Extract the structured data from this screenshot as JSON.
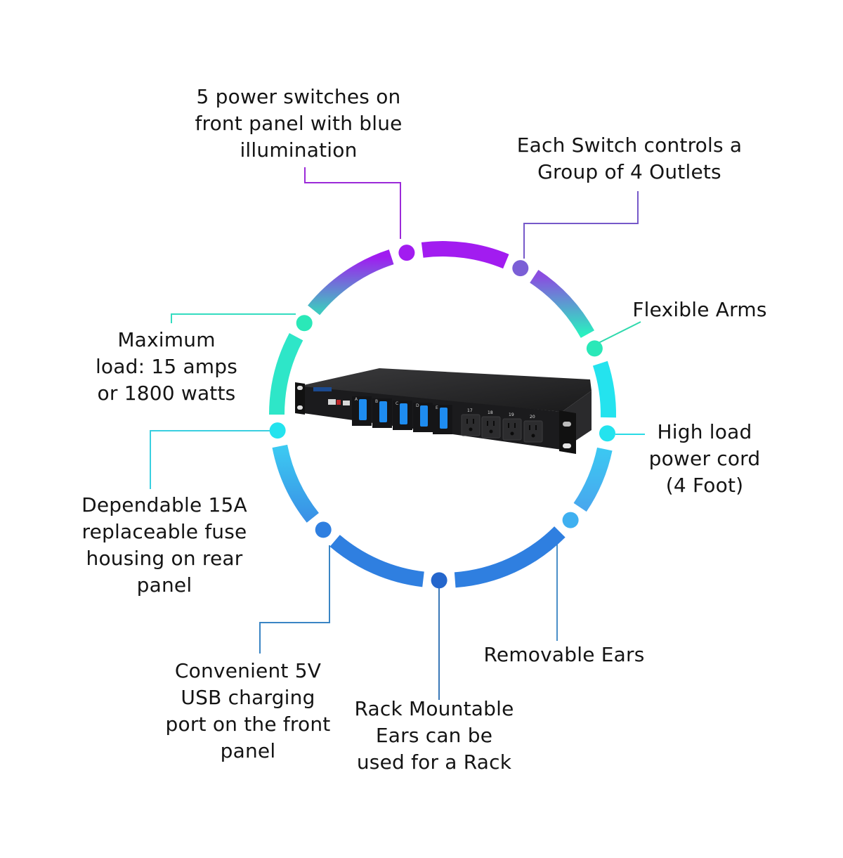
{
  "ring_colors": {
    "purple": "#a21cf0",
    "violet": "#7b5fd6",
    "teal": "#2ae8b8",
    "cyan": "#24e3ee",
    "light_blue": "#3fb0f0",
    "blue": "#2f7fe0",
    "dark_blue": "#2466cc"
  },
  "callouts": [
    {
      "id": "power-switches",
      "lines": [
        "5 power switches on",
        "front panel with blue",
        "illumination"
      ],
      "color": "#9b2ad8"
    },
    {
      "id": "switch-groups",
      "lines": [
        "Each Switch controls a",
        "Group of 4 Outlets"
      ],
      "color": "#7659c9"
    },
    {
      "id": "flexible-arms",
      "lines": [
        "Flexible Arms"
      ],
      "color": "#2fd9ad"
    },
    {
      "id": "power-cord",
      "lines": [
        "High load",
        "power cord",
        "(4 Foot)"
      ],
      "color": "#2adbe6"
    },
    {
      "id": "removable-ears",
      "lines": [
        "Removable Ears"
      ],
      "color": "#4a8fc8"
    },
    {
      "id": "rack-mountable",
      "lines": [
        "Rack Mountable",
        "Ears can be",
        "used for a Rack"
      ],
      "color": "#3a78b8"
    },
    {
      "id": "usb-port",
      "lines": [
        "Convenient 5V",
        "USB charging",
        "port on the front",
        "panel"
      ],
      "color": "#3a85c4"
    },
    {
      "id": "fuse-housing",
      "lines": [
        "Dependable 15A",
        "replaceable fuse",
        "housing on rear",
        "panel"
      ],
      "color": "#39cfe0"
    },
    {
      "id": "max-load",
      "lines": [
        "Maximum",
        "load: 15 amps",
        "or 1800 watts"
      ],
      "color": "#34dcc0"
    }
  ],
  "device": {
    "switch_labels": [
      "A",
      "B",
      "C",
      "D",
      "E"
    ],
    "outlet_numbers": [
      "17",
      "18",
      "19",
      "20"
    ],
    "switch_color": "#1e8cf0",
    "body_color": "#1c1c1e"
  }
}
